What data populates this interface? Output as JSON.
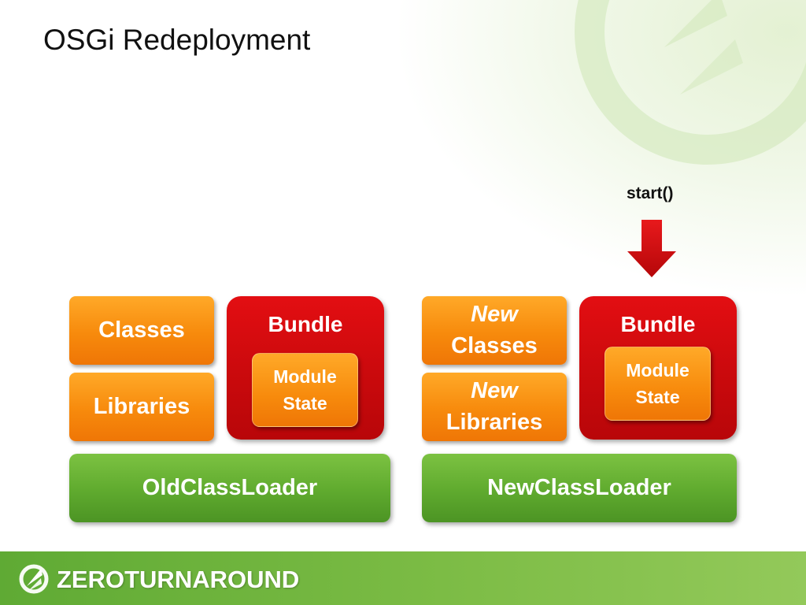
{
  "slide": {
    "title": "OSGi Redeployment",
    "start_label": "start()"
  },
  "left_stack": {
    "classes": "Classes",
    "libraries": "Libraries",
    "bundle": "Bundle",
    "module_line1": "Module",
    "module_line2": "State",
    "classloader": "OldClassLoader"
  },
  "right_stack": {
    "classes_prefix": "New",
    "classes": "Classes",
    "libraries_prefix": "New",
    "libraries": "Libraries",
    "bundle": "Bundle",
    "module_line1": "Module",
    "module_line2": "State",
    "classloader": "NewClassLoader"
  },
  "footer": {
    "brand": "ZEROTURNAROUND"
  },
  "colors": {
    "orange": "#f78a0c",
    "red": "#cc0a0d",
    "green": "#5faa2e",
    "arrow_red": "#d40d10"
  }
}
